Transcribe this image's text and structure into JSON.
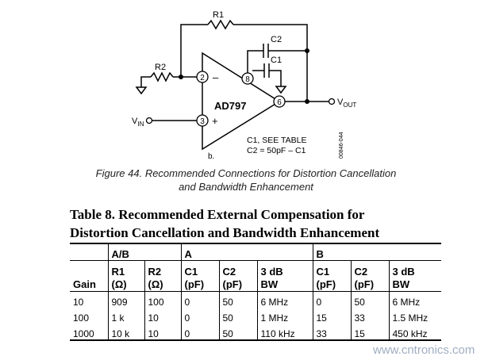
{
  "schematic": {
    "r1": "R1",
    "r2": "R2",
    "c1": "C1",
    "c2": "C2",
    "part": "AD797",
    "pin2": "2",
    "pin3": "3",
    "pin6": "6",
    "pin8": "8",
    "minus": "–",
    "plus": "+",
    "vin_main": "V",
    "vin_sub": "IN",
    "vout_main": "V",
    "vout_sub": "OUT",
    "note_line1": "C1, SEE TABLE",
    "note_line2": "C2 = 50pF – C1",
    "panel": "b.",
    "code": "00846-044"
  },
  "caption": {
    "line1": "Figure 44. Recommended Connections for Distortion Cancellation",
    "line2": "and Bandwidth Enhancement"
  },
  "table": {
    "title_line1": "Table 8. Recommended External Compensation for",
    "title_line2": "Distortion Cancellation and Bandwidth Enhancement",
    "groups": [
      "A/B",
      "A",
      "B"
    ],
    "headers": [
      [
        "Gain",
        ""
      ],
      [
        "R1",
        "(Ω)"
      ],
      [
        "R2",
        "(Ω)"
      ],
      [
        "C1",
        "(pF)"
      ],
      [
        "C2",
        "(pF)"
      ],
      [
        "3 dB",
        "BW"
      ],
      [
        "C1",
        "(pF)"
      ],
      [
        "C2",
        "(pF)"
      ],
      [
        "3 dB",
        "BW"
      ]
    ],
    "rows": [
      [
        "10",
        "909",
        "100",
        "0",
        "50",
        "6 MHz",
        "0",
        "50",
        "6 MHz"
      ],
      [
        "100",
        "1 k",
        "10",
        "0",
        "50",
        "1 MHz",
        "15",
        "33",
        "1.5 MHz"
      ],
      [
        "1000",
        "10 k",
        "10",
        "0",
        "50",
        "110 kHz",
        "33",
        "15",
        "450 kHz"
      ]
    ]
  },
  "watermark": "www.cntronics.com"
}
